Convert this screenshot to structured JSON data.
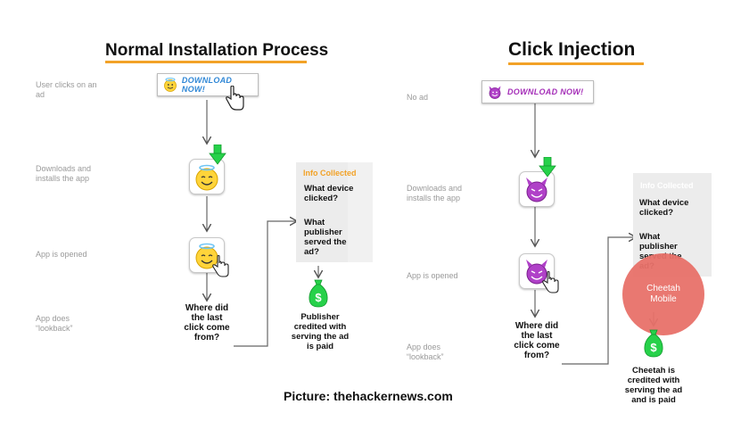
{
  "left": {
    "title": "Normal Installation Process",
    "labels": [
      "User clicks on an ad",
      "Downloads and installs the app",
      "App is opened",
      "App does “lookback”"
    ],
    "ad_text": "DOWNLOAD NOW!",
    "question": "Where did the last click come from?",
    "info_header": "Info Collected",
    "info_items": [
      "What device clicked?",
      "What publisher served the ad?"
    ],
    "credit": "Publisher credited with serving the ad is paid"
  },
  "right": {
    "title": "Click Injection",
    "labels": [
      "No ad",
      "Downloads and installs the app",
      "App is opened",
      "App does “lookback”"
    ],
    "ad_text": "DOWNLOAD NOW!",
    "question": "Where did the last click come from?",
    "info_header": "Info Collected",
    "info_items": [
      "What device clicked?",
      "What publisher served the ad?"
    ],
    "bubble": "Cheetah Mobile",
    "credit": "Cheetah is credited with serving the ad and is paid"
  },
  "caption": "Picture: thehackernews.com",
  "icons": {
    "angel": "angel-emoji-icon",
    "devil": "devil-emoji-icon",
    "hand": "pointer-hand-icon",
    "download": "download-arrow-icon",
    "money": "money-bag-icon"
  },
  "colors": {
    "accent": "#f2a227",
    "download_green": "#27d14a",
    "cheetah": "#e8716a",
    "ad_text_blue": "#2f87d6",
    "ad_text_purple": "#a52fb8"
  }
}
